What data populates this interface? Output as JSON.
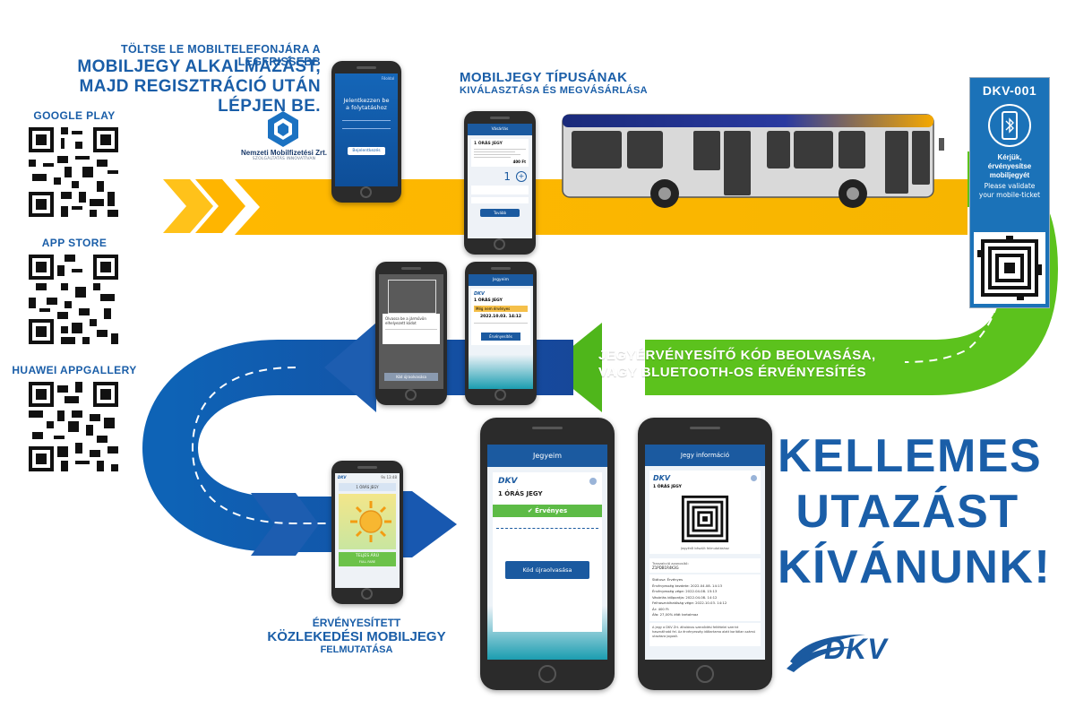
{
  "intro": {
    "line1": "TÖLTSE LE MOBILTELEFONJÁRA A LEGFRISSEBB",
    "line2": "MOBILJEGY ALKALMAZÁST,",
    "line3": "MAJD REGISZTRÁCIÓ UTÁN LÉPJEN BE."
  },
  "stores": [
    {
      "label": "GOOGLE PLAY"
    },
    {
      "label": "APP STORE"
    },
    {
      "label": "HUAWEI APPGALLERY"
    }
  ],
  "nmzrt": {
    "name": "Nemzeti Mobilfizetési Zrt.",
    "tagline": "SZOLGÁLTATÁS INNOVATÍVAN"
  },
  "phone1": {
    "top": "Főoldal",
    "title": "Jelentkezzen be\na folytatáshoz",
    "button": "Bejelentkezés"
  },
  "step_select": {
    "line1": "MOBILJEGY TÍPUSÁNAK",
    "line2": "KIVÁLASZTÁSA ÉS MEGVÁSÁRLÁSA"
  },
  "phone2": {
    "header": "Vásárlás",
    "ticket": "1 ÓRÁS JEGY",
    "price": "400 Ft",
    "qty": "1",
    "button": "Tovább"
  },
  "sign": {
    "code": "DKV-001",
    "hu": "Kérjük, érvényesítse mobiljegyét",
    "en": "Please validate your mobile-ticket"
  },
  "phone3": {
    "text": "Olvassa be a járművön elhelyezett kódot",
    "button": "Kód újraolvasása"
  },
  "phone4": {
    "header": "Jegyeim",
    "ticket": "1 ÓRÁS JEGY",
    "status": "Még nem érvényes",
    "date": "2022.10.03. 14:12",
    "button": "Érvényesítés"
  },
  "step_validate": {
    "line1": "JEGYÉRVÉNYESÍTŐ KÓD BEOLVASÁSA,",
    "line2": "VAGY BLUETOOTH-OS ÉRVÉNYESÍTÉS"
  },
  "phone5": {
    "brand": "DKV",
    "clock": "9x 13:48",
    "ticket": "1 ÓRÁS JEGY",
    "fare_hu": "TELJES ÁRÚ",
    "fare_en": "FULL FARE"
  },
  "step_show": {
    "line1": "ÉRVÉNYESÍTETT",
    "line2": "KÖZLEKEDÉSI MOBILJEGY",
    "line3": "FELMUTATÁSA"
  },
  "phone6": {
    "header": "Jegyeim",
    "brand": "DKV",
    "ticket": "1 ÓRÁS JEGY",
    "status": "Érvényes",
    "button": "Kód újraolvasása"
  },
  "phone7": {
    "header": "Jegy információ",
    "brand": "DKV",
    "ticket": "1 ÓRÁS JEGY",
    "qr_caption": "Jegyéről készült felmutatáshoz",
    "tx_label": "Tranzakció azonosító:",
    "tx_value": "Z1PDB1R4K3G",
    "d1": "Státusz: Érvényes",
    "d2": "Érvényesség kezdete: 2022.04.08. 14:13",
    "d3": "Érvényesség vége: 2022.04.08. 15:13",
    "d4": "Vásárlás időpontja: 2022.04.08. 14:12",
    "d5": "Felhasználhatóság vége: 2022.10.03. 14:12",
    "d6": "Ár: 400 Ft",
    "d7": "Áfa: 27,00% áfát tartalmaz",
    "note": "A jegy a DKV Zrt. általános szerződési feltételei szerint használható fel. Az érvényesség időtartama alatt korlátlan számú utazásra jogosít."
  },
  "closing": {
    "line1": "KELLEMES",
    "line2": "UTAZÁST",
    "line3": "KÍVÁNUNK!"
  },
  "logo": {
    "text": "DKV"
  },
  "colors": {
    "blue": "#1a5ea8",
    "orange": "#f5a800",
    "green": "#5cc21d",
    "navy": "#0e3f8d"
  }
}
